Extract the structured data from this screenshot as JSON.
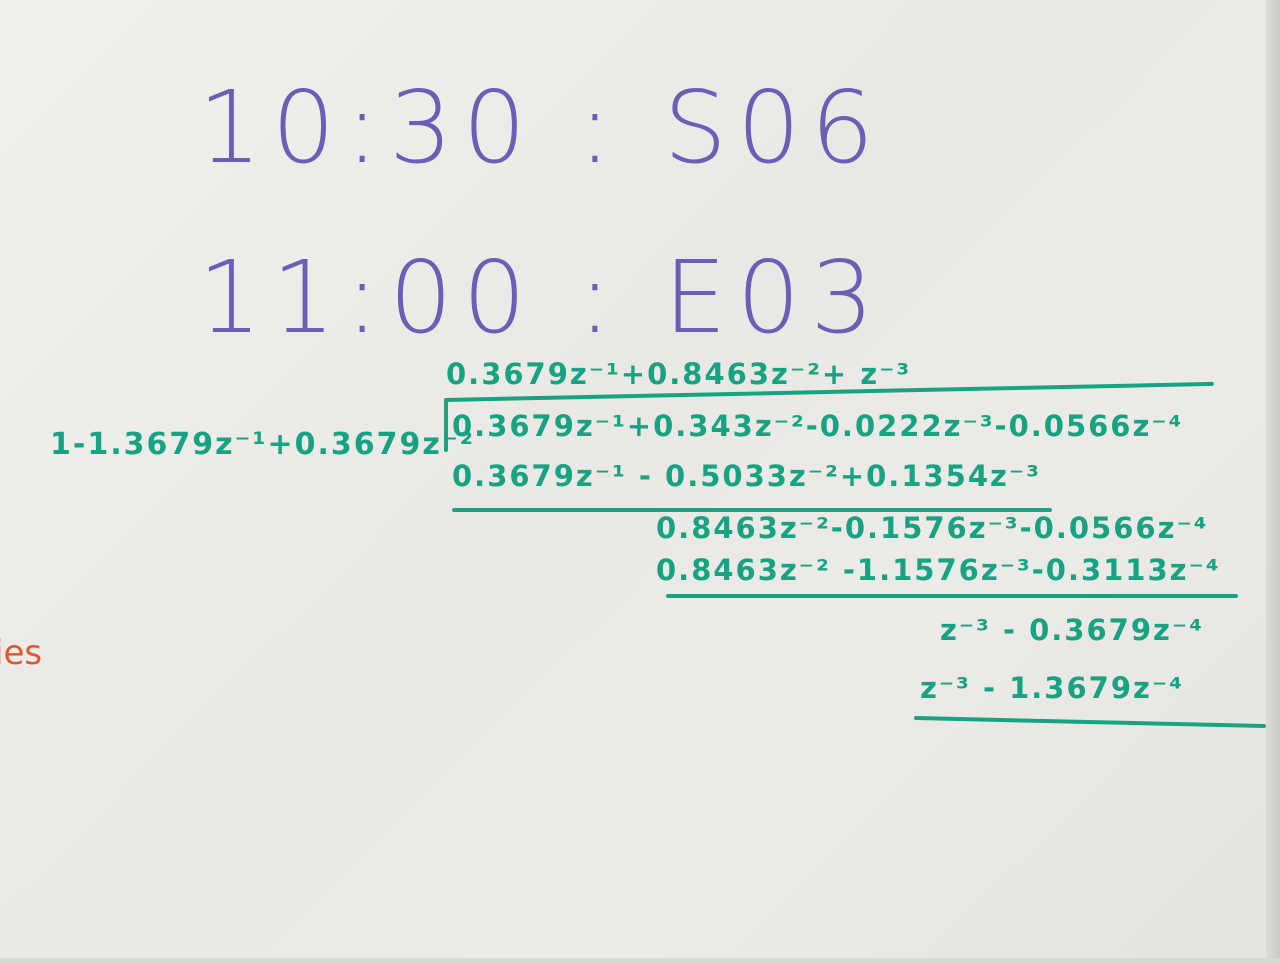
{
  "schedule": {
    "line1": "10:30 : S06",
    "line2": "11:00 : E03"
  },
  "division": {
    "quotient": "0.3679z⁻¹+0.8463z⁻²+ z⁻³",
    "divisor": "1-1.3679z⁻¹+0.3679z⁻²",
    "dividend": "0.3679z⁻¹+0.343z⁻²-0.0222z⁻³-0.0566z⁻⁴",
    "step1_sub": "0.3679z⁻¹ - 0.5033z⁻²+0.1354z⁻³",
    "step1_rem": "0.8463z⁻²-0.1576z⁻³-0.0566z⁻⁴",
    "step2_sub": "0.8463z⁻² -1.1576z⁻³-0.3113z⁻⁴",
    "step2_rem": "z⁻³ - 0.3679z⁻⁴",
    "step3_sub": "z⁻³ - 1.3679z⁻⁴"
  },
  "margin_text": "ies",
  "colors": {
    "purple_marker": "#6a5fb4",
    "green_marker": "#17a382",
    "orange_marker": "#e0582a",
    "board": "#ecebe7"
  }
}
